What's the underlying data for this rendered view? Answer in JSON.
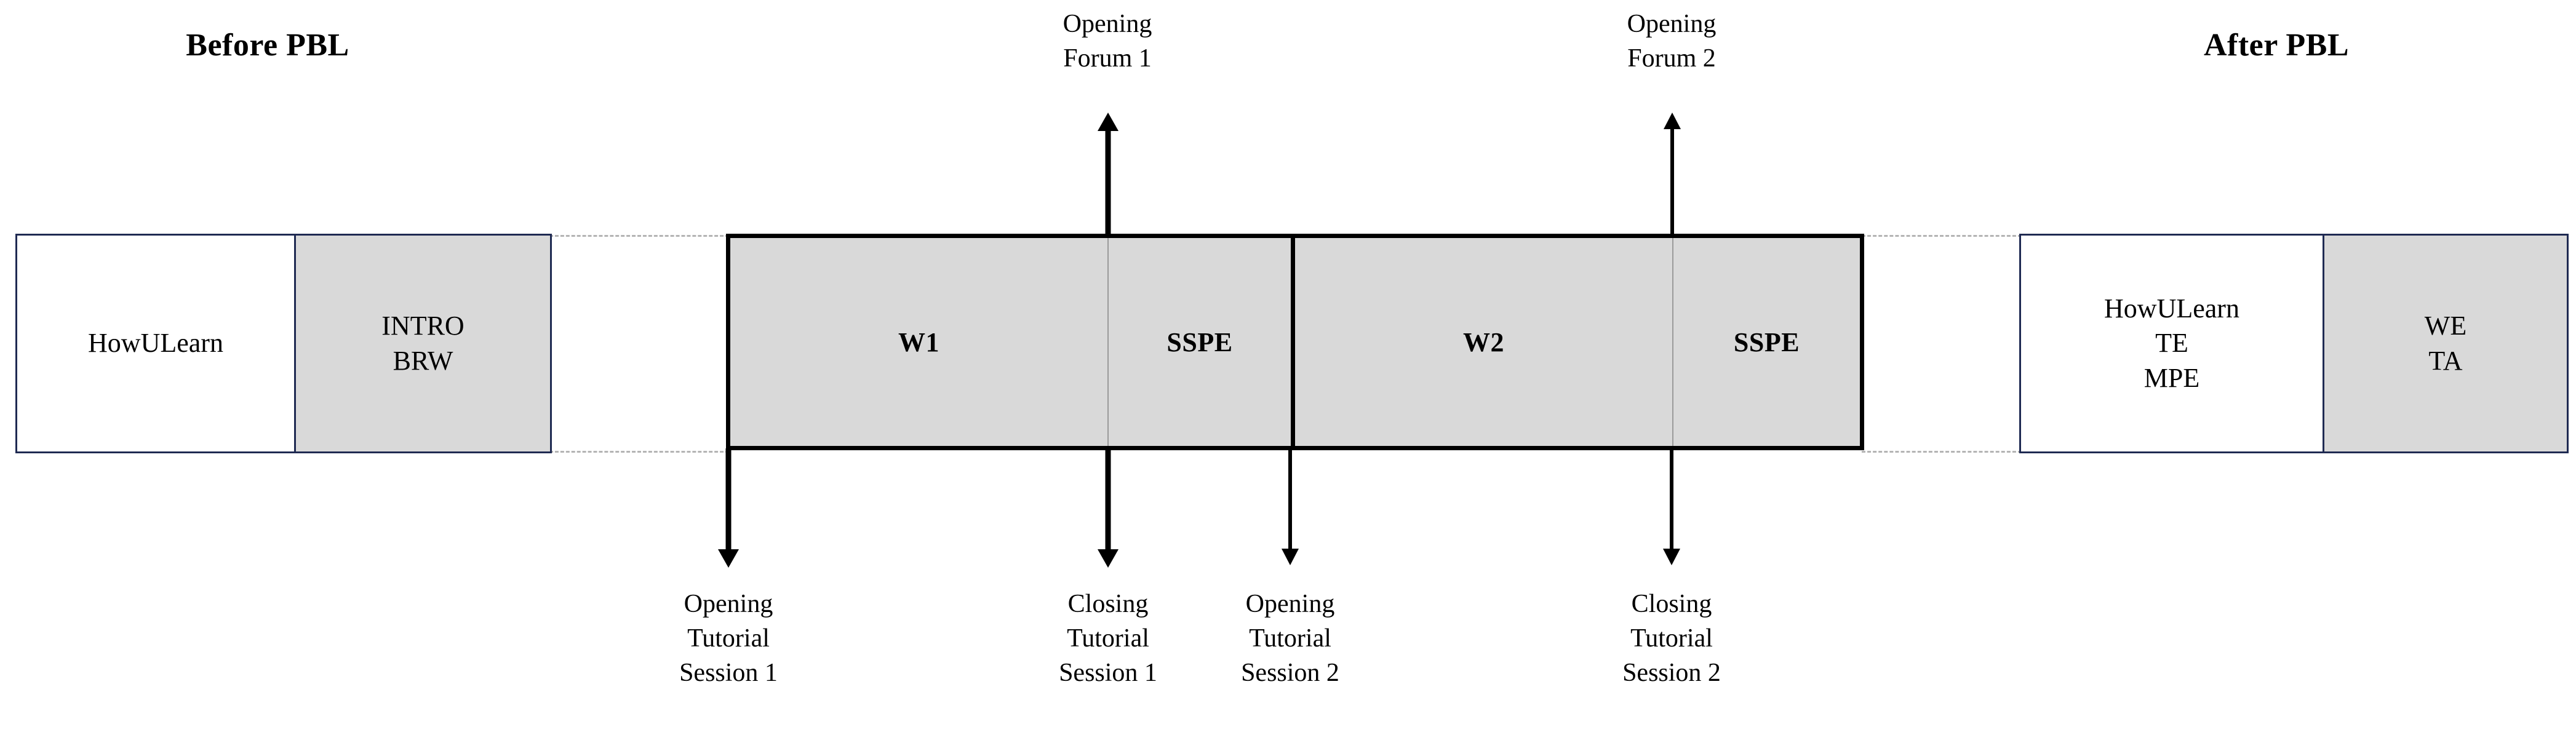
{
  "headings": {
    "before": "Before PBL",
    "after": "After PBL"
  },
  "before_group": {
    "questionnaire_cell": {
      "lines": [
        "HowULearn"
      ]
    },
    "activity_cell": {
      "lines": [
        "INTRO",
        "BRW"
      ]
    }
  },
  "after_group": {
    "questionnaire_cell": {
      "lines": [
        "HowULearn",
        "TE",
        "MPE"
      ]
    },
    "activity_cell": {
      "lines": [
        "WE",
        "TA"
      ]
    }
  },
  "pbl_timeline": {
    "half1": {
      "work_label": "W1",
      "sspe_label": "SSPE"
    },
    "half2": {
      "work_label": "W2",
      "sspe_label": "SSPE"
    }
  },
  "top_events": [
    {
      "id": "forum1",
      "lines": [
        "Opening",
        "Forum 1"
      ],
      "direction": "up"
    },
    {
      "id": "forum2",
      "lines": [
        "Opening",
        "Forum 2"
      ],
      "direction": "up"
    }
  ],
  "bottom_events": [
    {
      "id": "open1",
      "lines": [
        "Opening",
        "Tutorial",
        "Session 1"
      ],
      "direction": "down"
    },
    {
      "id": "close1",
      "lines": [
        "Closing",
        "Tutorial",
        "Session 1"
      ],
      "direction": "down"
    },
    {
      "id": "open2",
      "lines": [
        "Opening",
        "Tutorial",
        "Session 2"
      ],
      "direction": "down"
    },
    {
      "id": "close2",
      "lines": [
        "Closing",
        "Tutorial",
        "Session 2"
      ],
      "direction": "down"
    }
  ],
  "colors": {
    "outer_border": "#1f2a52",
    "shaded_fill": "#d9d9d9",
    "timeline_border": "#000000",
    "dashed_connector": "#b4b4b4",
    "text": "#000000"
  }
}
